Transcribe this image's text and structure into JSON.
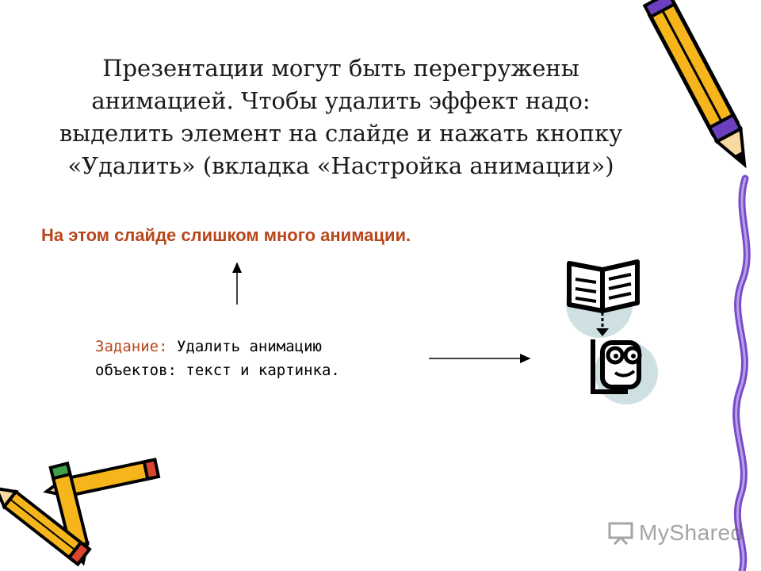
{
  "slide": {
    "intro_lines": [
      "Презентации могут быть перегружены",
      "анимацией. Чтобы удалить эффект надо:",
      "выделить элемент на слайде и нажать кнопку",
      "«Удалить» (вкладка «Настройка анимации»)"
    ],
    "warning": "На этом слайде слишком много анимации.",
    "task": {
      "label": "Задание:",
      "text_line1": " Удалить анимацию",
      "text_line2": "объектов: текст и картинка."
    },
    "clipart": {
      "book_icon": "open-book-icon",
      "reader_icon": "reader-face-icon",
      "pencil_icons": [
        "pencil-icon",
        "crossed-pencils-icon"
      ]
    },
    "watermark": "MyShared"
  },
  "colors": {
    "accent_text": "#b8461b",
    "body_text": "#1a1a1a",
    "pencil_yellow": "#f5b51b",
    "pencil_purple": "#6b3fbf",
    "border_purple": "#7a4cc9",
    "circle_bg": "#cfe0e3"
  }
}
